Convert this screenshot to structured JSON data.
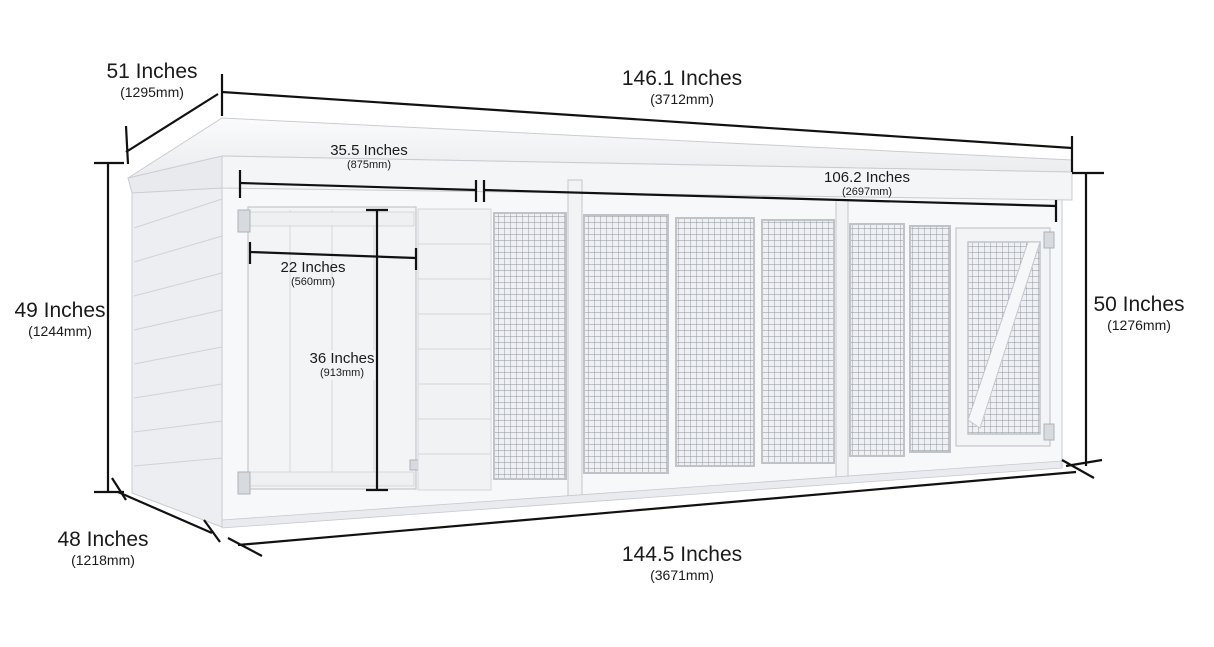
{
  "dimensions": {
    "depth_top": {
      "inches": "51 Inches",
      "mm": "(1295mm)"
    },
    "length_top": {
      "inches": "146.1 Inches",
      "mm": "(3712mm)"
    },
    "kennel_width": {
      "inches": "35.5 Inches",
      "mm": "(875mm)"
    },
    "run_width": {
      "inches": "106.2 Inches",
      "mm": "(2697mm)"
    },
    "door_width": {
      "inches": "22 Inches",
      "mm": "(560mm)"
    },
    "door_height": {
      "inches": "36 Inches",
      "mm": "(913mm)"
    },
    "height_back": {
      "inches": "49 Inches",
      "mm": "(1244mm)"
    },
    "height_front": {
      "inches": "50 Inches",
      "mm": "(1276mm)"
    },
    "depth_base": {
      "inches": "48 Inches",
      "mm": "(1218mm)"
    },
    "length_base": {
      "inches": "144.5 Inches",
      "mm": "(3671mm)"
    }
  },
  "colors": {
    "line": "#111111",
    "wood": "#f6f7f9",
    "shade": "#dfe2e7",
    "mesh": "#8a8f96"
  }
}
